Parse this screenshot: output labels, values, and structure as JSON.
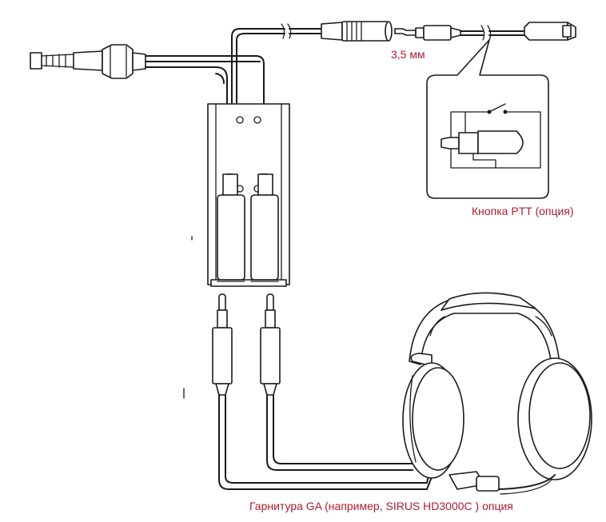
{
  "labels": {
    "jack_size": "3,5 мм",
    "ptt_button": "Кнопка PTT (опция)",
    "headset": "Гарнитура GA (например, SIRUS HD3000C )  опция"
  },
  "colors": {
    "line": "#1a1a1a",
    "label": "#b01c2e",
    "background": "#ffffff"
  }
}
